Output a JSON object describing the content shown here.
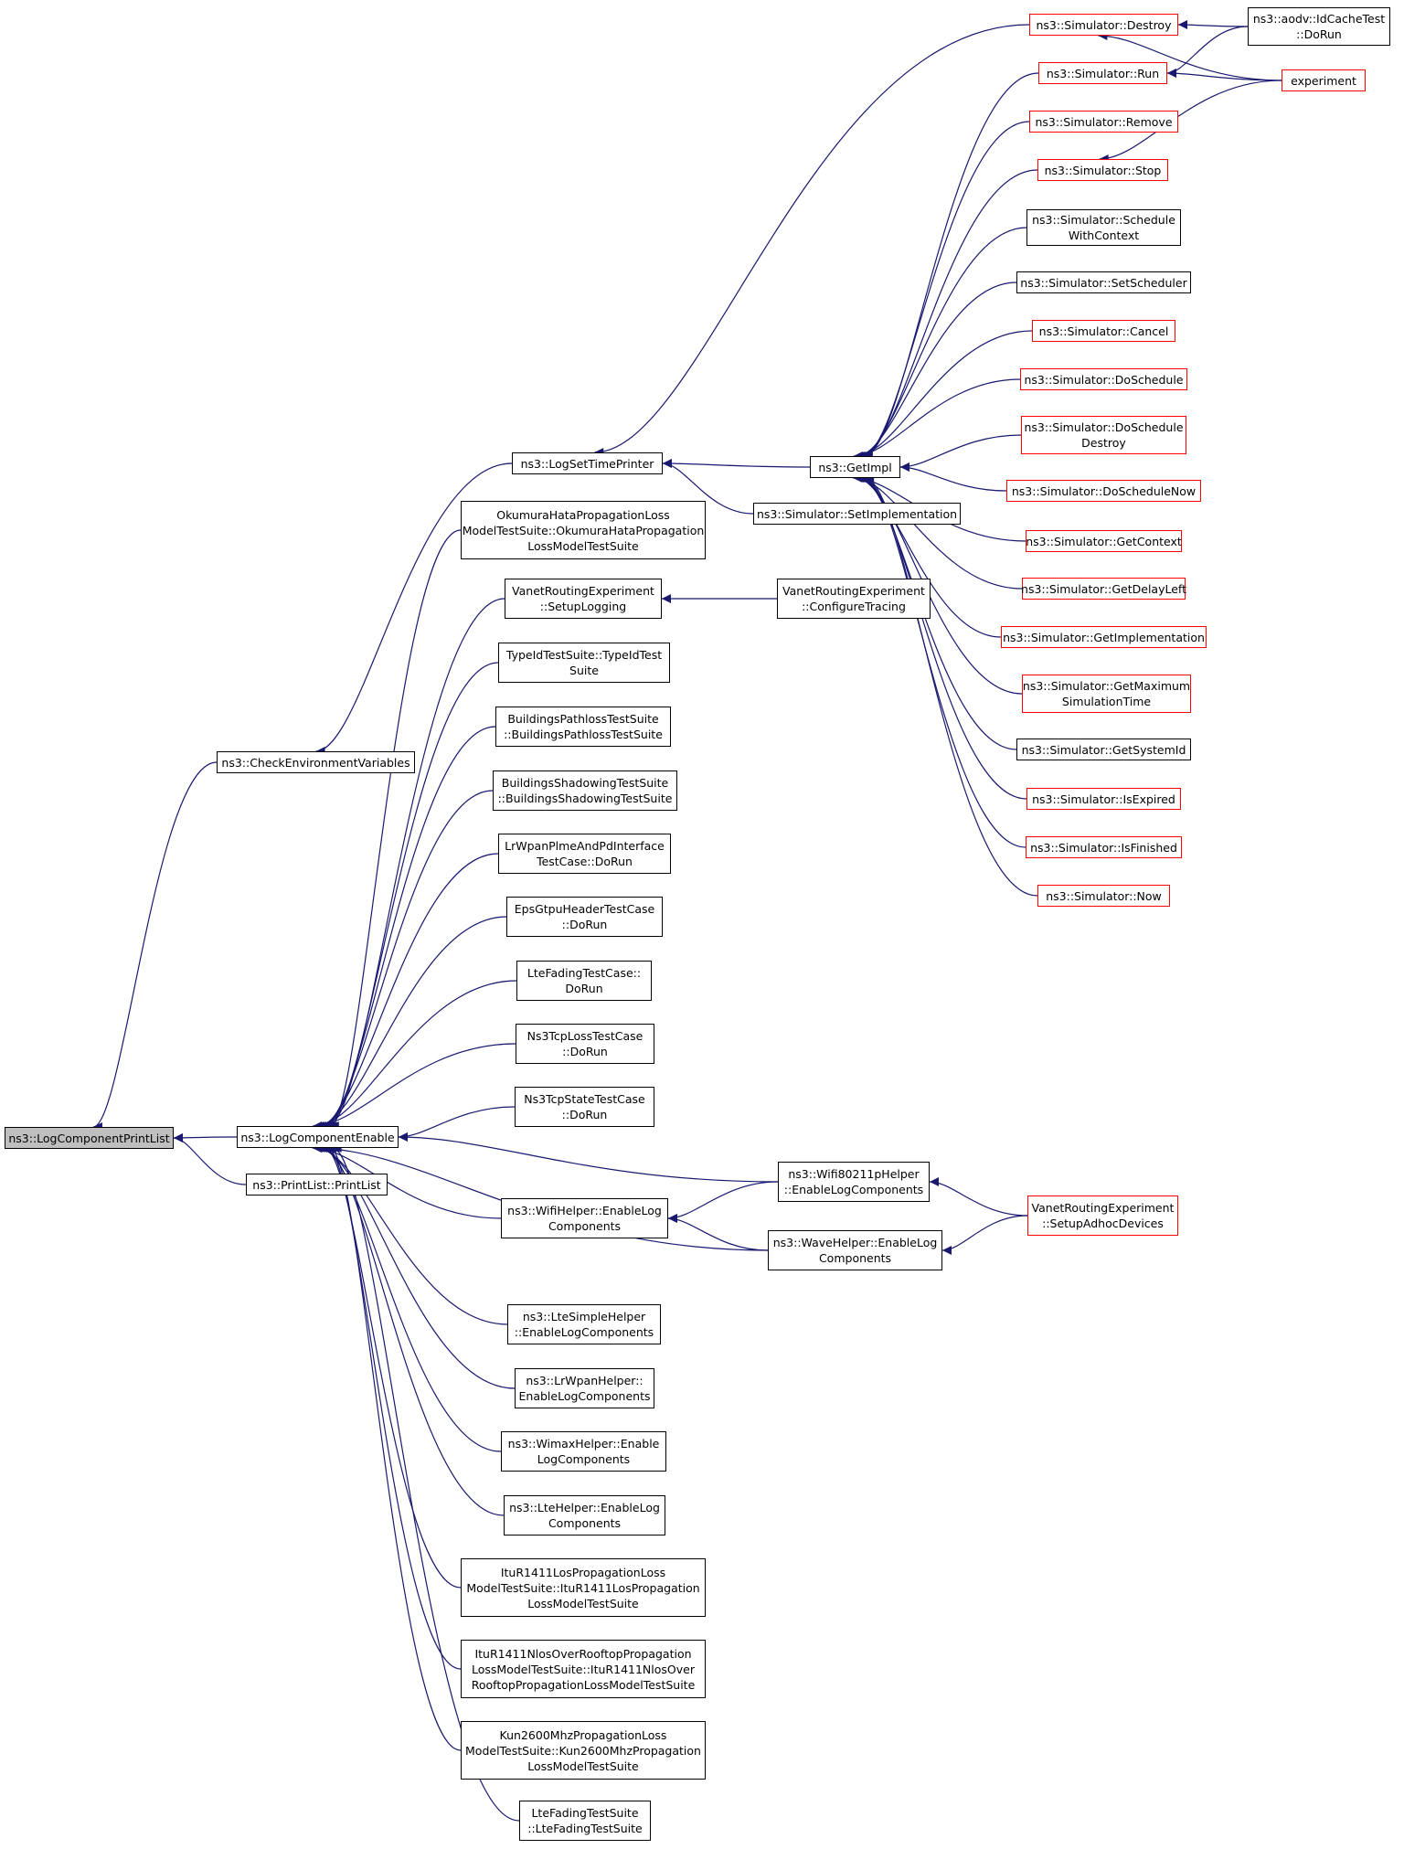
{
  "graph": {
    "nodes": [
      {
        "id": "root",
        "lines": [
          "ns3::LogComponentPrintList"
        ],
        "style": "root"
      },
      {
        "id": "checkenv",
        "lines": [
          "ns3::CheckEnvironmentVariables"
        ],
        "style": "black"
      },
      {
        "id": "printlist",
        "lines": [
          "ns3::PrintList::PrintList"
        ],
        "style": "black"
      },
      {
        "id": "logenable",
        "lines": [
          "ns3::LogComponentEnable"
        ],
        "style": "black"
      },
      {
        "id": "settimeprinter",
        "lines": [
          "ns3::LogSetTimePrinter"
        ],
        "style": "black"
      },
      {
        "id": "getimpl",
        "lines": [
          "ns3::GetImpl"
        ],
        "style": "black"
      },
      {
        "id": "setimpl",
        "lines": [
          "ns3::Simulator::SetImplementation"
        ],
        "style": "black"
      },
      {
        "id": "destroy",
        "lines": [
          "ns3::Simulator::Destroy"
        ],
        "style": "red"
      },
      {
        "id": "run",
        "lines": [
          "ns3::Simulator::Run"
        ],
        "style": "red"
      },
      {
        "id": "remove",
        "lines": [
          "ns3::Simulator::Remove"
        ],
        "style": "red"
      },
      {
        "id": "stop",
        "lines": [
          "ns3::Simulator::Stop"
        ],
        "style": "red"
      },
      {
        "id": "schedwctx",
        "lines": [
          "ns3::Simulator::Schedule",
          "WithContext"
        ],
        "style": "black"
      },
      {
        "id": "setsched",
        "lines": [
          "ns3::Simulator::SetScheduler"
        ],
        "style": "black"
      },
      {
        "id": "cancel",
        "lines": [
          "ns3::Simulator::Cancel"
        ],
        "style": "red"
      },
      {
        "id": "dosched",
        "lines": [
          "ns3::Simulator::DoSchedule"
        ],
        "style": "red"
      },
      {
        "id": "doschedd",
        "lines": [
          "ns3::Simulator::DoSchedule",
          "Destroy"
        ],
        "style": "red"
      },
      {
        "id": "doschednow",
        "lines": [
          "ns3::Simulator::DoScheduleNow"
        ],
        "style": "red"
      },
      {
        "id": "getctx",
        "lines": [
          "ns3::Simulator::GetContext"
        ],
        "style": "red"
      },
      {
        "id": "getdelay",
        "lines": [
          "ns3::Simulator::GetDelayLeft"
        ],
        "style": "red"
      },
      {
        "id": "getimplm",
        "lines": [
          "ns3::Simulator::GetImplementation"
        ],
        "style": "red"
      },
      {
        "id": "getmax",
        "lines": [
          "ns3::Simulator::GetMaximum",
          "SimulationTime"
        ],
        "style": "red"
      },
      {
        "id": "getsysid",
        "lines": [
          "ns3::Simulator::GetSystemId"
        ],
        "style": "black"
      },
      {
        "id": "isexpired",
        "lines": [
          "ns3::Simulator::IsExpired"
        ],
        "style": "red"
      },
      {
        "id": "isfinished",
        "lines": [
          "ns3::Simulator::IsFinished"
        ],
        "style": "red"
      },
      {
        "id": "now",
        "lines": [
          "ns3::Simulator::Now"
        ],
        "style": "red"
      },
      {
        "id": "aodv",
        "lines": [
          "ns3::aodv::IdCacheTest",
          "::DoRun"
        ],
        "style": "black"
      },
      {
        "id": "experiment",
        "lines": [
          "experiment"
        ],
        "style": "red"
      },
      {
        "id": "okumura",
        "lines": [
          "OkumuraHataPropagationLoss",
          "ModelTestSuite::OkumuraHataPropagation",
          "LossModelTestSuite"
        ],
        "style": "black"
      },
      {
        "id": "vanetlog",
        "lines": [
          "VanetRoutingExperiment",
          "::SetupLogging"
        ],
        "style": "black"
      },
      {
        "id": "vanettrace",
        "lines": [
          "VanetRoutingExperiment",
          "::ConfigureTracing"
        ],
        "style": "black"
      },
      {
        "id": "typeid",
        "lines": [
          "TypeIdTestSuite::TypeIdTest",
          "Suite"
        ],
        "style": "black"
      },
      {
        "id": "bpath",
        "lines": [
          "BuildingsPathlossTestSuite",
          "::BuildingsPathlossTestSuite"
        ],
        "style": "black"
      },
      {
        "id": "bshadow",
        "lines": [
          "BuildingsShadowingTestSuite",
          "::BuildingsShadowingTestSuite"
        ],
        "style": "black"
      },
      {
        "id": "lrwpanplme",
        "lines": [
          "LrWpanPlmeAndPdInterface",
          "TestCase::DoRun"
        ],
        "style": "black"
      },
      {
        "id": "epsgtpu",
        "lines": [
          "EpsGtpuHeaderTestCase",
          "::DoRun"
        ],
        "style": "black"
      },
      {
        "id": "ltefadingcase",
        "lines": [
          "LteFadingTestCase::",
          "DoRun"
        ],
        "style": "black"
      },
      {
        "id": "ns3tcploss",
        "lines": [
          "Ns3TcpLossTestCase",
          "::DoRun"
        ],
        "style": "black"
      },
      {
        "id": "ns3tcpstate",
        "lines": [
          "Ns3TcpStateTestCase",
          "::DoRun"
        ],
        "style": "black"
      },
      {
        "id": "wifihelper",
        "lines": [
          "ns3::WifiHelper::EnableLog",
          "Components"
        ],
        "style": "black"
      },
      {
        "id": "wifi80211p",
        "lines": [
          "ns3::Wifi80211pHelper",
          "::EnableLogComponents"
        ],
        "style": "black"
      },
      {
        "id": "wavehelper",
        "lines": [
          "ns3::WaveHelper::EnableLog",
          "Components"
        ],
        "style": "black"
      },
      {
        "id": "vanetadhoc",
        "lines": [
          "VanetRoutingExperiment",
          "::SetupAdhocDevices"
        ],
        "style": "red"
      },
      {
        "id": "ltesimple",
        "lines": [
          "ns3::LteSimpleHelper",
          "::EnableLogComponents"
        ],
        "style": "black"
      },
      {
        "id": "lrwpanhelper",
        "lines": [
          "ns3::LrWpanHelper::",
          "EnableLogComponents"
        ],
        "style": "black"
      },
      {
        "id": "wimax",
        "lines": [
          "ns3::WimaxHelper::Enable",
          "LogComponents"
        ],
        "style": "black"
      },
      {
        "id": "ltehelper",
        "lines": [
          "ns3::LteHelper::EnableLog",
          "Components"
        ],
        "style": "black"
      },
      {
        "id": "itulos",
        "lines": [
          "ItuR1411LosPropagationLoss",
          "ModelTestSuite::ItuR1411LosPropagation",
          "LossModelTestSuite"
        ],
        "style": "black"
      },
      {
        "id": "itunlos",
        "lines": [
          "ItuR1411NlosOverRooftopPropagation",
          "LossModelTestSuite::ItuR1411NlosOver",
          "RooftopPropagationLossModelTestSuite"
        ],
        "style": "black"
      },
      {
        "id": "kun",
        "lines": [
          "Kun2600MhzPropagationLoss",
          "ModelTestSuite::Kun2600MhzPropagation",
          "LossModelTestSuite"
        ],
        "style": "black"
      },
      {
        "id": "ltefadingsuite",
        "lines": [
          "LteFadingTestSuite",
          "::LteFadingTestSuite"
        ],
        "style": "black"
      }
    ],
    "edges": [
      [
        "root",
        "checkenv"
      ],
      [
        "root",
        "logenable"
      ],
      [
        "root",
        "printlist"
      ],
      [
        "checkenv",
        "settimeprinter"
      ],
      [
        "settimeprinter",
        "destroy"
      ],
      [
        "settimeprinter",
        "getimpl"
      ],
      [
        "settimeprinter",
        "setimpl"
      ],
      [
        "getimpl",
        "run"
      ],
      [
        "getimpl",
        "remove"
      ],
      [
        "getimpl",
        "stop"
      ],
      [
        "getimpl",
        "schedwctx"
      ],
      [
        "getimpl",
        "setsched"
      ],
      [
        "getimpl",
        "cancel"
      ],
      [
        "getimpl",
        "dosched"
      ],
      [
        "getimpl",
        "doschedd"
      ],
      [
        "getimpl",
        "doschednow"
      ],
      [
        "getimpl",
        "getctx"
      ],
      [
        "getimpl",
        "getdelay"
      ],
      [
        "getimpl",
        "getimplm"
      ],
      [
        "getimpl",
        "getmax"
      ],
      [
        "getimpl",
        "getsysid"
      ],
      [
        "getimpl",
        "isexpired"
      ],
      [
        "getimpl",
        "isfinished"
      ],
      [
        "getimpl",
        "now"
      ],
      [
        "destroy",
        "aodv"
      ],
      [
        "destroy",
        "experiment"
      ],
      [
        "run",
        "aodv"
      ],
      [
        "run",
        "experiment"
      ],
      [
        "stop",
        "experiment"
      ],
      [
        "logenable",
        "okumura"
      ],
      [
        "logenable",
        "vanetlog"
      ],
      [
        "logenable",
        "typeid"
      ],
      [
        "logenable",
        "bpath"
      ],
      [
        "logenable",
        "bshadow"
      ],
      [
        "logenable",
        "lrwpanplme"
      ],
      [
        "logenable",
        "epsgtpu"
      ],
      [
        "logenable",
        "ltefadingcase"
      ],
      [
        "logenable",
        "ns3tcploss"
      ],
      [
        "logenable",
        "ns3tcpstate"
      ],
      [
        "logenable",
        "wifi80211p"
      ],
      [
        "logenable",
        "wifihelper"
      ],
      [
        "logenable",
        "wavehelper"
      ],
      [
        "logenable",
        "ltesimple"
      ],
      [
        "logenable",
        "lrwpanhelper"
      ],
      [
        "logenable",
        "wimax"
      ],
      [
        "logenable",
        "ltehelper"
      ],
      [
        "logenable",
        "itulos"
      ],
      [
        "logenable",
        "itunlos"
      ],
      [
        "logenable",
        "kun"
      ],
      [
        "logenable",
        "ltefadingsuite"
      ],
      [
        "vanetlog",
        "vanettrace"
      ],
      [
        "wifihelper",
        "wifi80211p"
      ],
      [
        "wifihelper",
        "wavehelper"
      ],
      [
        "wifi80211p",
        "vanetadhoc"
      ],
      [
        "wavehelper",
        "vanetadhoc"
      ]
    ],
    "colors": {
      "edge": "#191970",
      "red_border": "#ff0000",
      "root_fill": "#bfbfbf"
    }
  }
}
